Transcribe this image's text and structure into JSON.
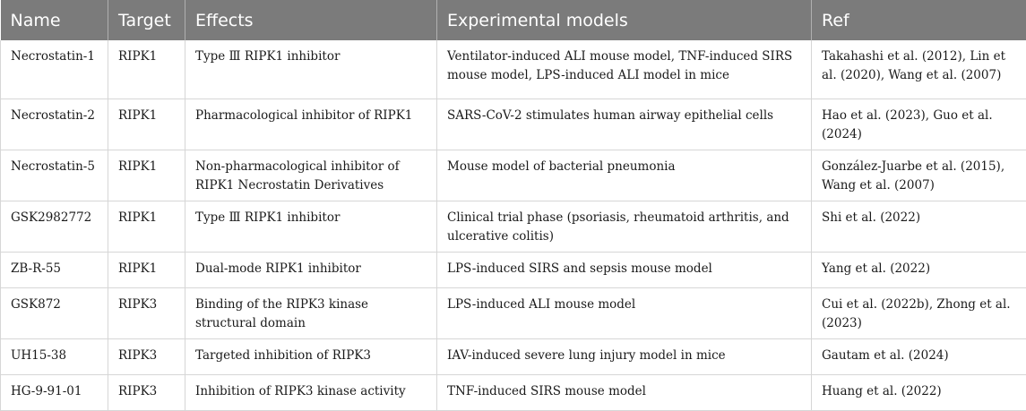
{
  "table": {
    "headers": [
      "Name",
      "Target",
      "Effects",
      "Experimental models",
      "Ref"
    ],
    "rows": [
      {
        "name": "Necrostatin-1",
        "target": "RIPK1",
        "effects": "Type Ⅲ RIPK1 inhibitor",
        "models": "Ventilator-induced ALI mouse model, TNF-induced SIRS mouse model, LPS-induced ALI model in mice",
        "ref": "Takahashi et al. (2012), Lin et al. (2020), Wang et al. (2007)"
      },
      {
        "name": "Necrostatin-2",
        "target": "RIPK1",
        "effects": "Pharmacological inhibitor of RIPK1",
        "models": "SARS-CoV-2 stimulates human airway epithelial cells",
        "ref": "Hao et al. (2023), Guo et al. (2024)"
      },
      {
        "name": "Necrostatin-5",
        "target": "RIPK1",
        "effects": "Non-pharmacological inhibitor of RIPK1 Necrostatin Derivatives",
        "models": "Mouse model of bacterial pneumonia",
        "ref": "González-Juarbe et al. (2015), Wang et al. (2007)"
      },
      {
        "name": "GSK2982772",
        "target": "RIPK1",
        "effects": "Type Ⅲ RIPK1 inhibitor",
        "models": "Clinical trial phase (psoriasis, rheumatoid arthritis, and ulcerative colitis)",
        "ref": "Shi et al. (2022)"
      },
      {
        "name": "ZB-R-55",
        "target": "RIPK1",
        "effects": "Dual-mode RIPK1 inhibitor",
        "models": "LPS-induced SIRS and sepsis mouse model",
        "ref": "Yang et al. (2022)"
      },
      {
        "name": "GSK872",
        "target": "RIPK3",
        "effects": "Binding of the RIPK3 kinase structural domain",
        "models": "LPS-induced ALI mouse model",
        "ref": "Cui et al. (2022b), Zhong et al. (2023)"
      },
      {
        "name": "UH15-38",
        "target": "RIPK3",
        "effects": "Targeted inhibition of RIPK3",
        "models": "IAV-induced severe lung injury model in mice",
        "ref": "Gautam et al. (2024)"
      },
      {
        "name": "HG-9-91-01",
        "target": "RIPK3",
        "effects": "Inhibition of RIPK3 kinase activity",
        "models": "TNF-induced SIRS mouse model",
        "ref": "Huang et al. (2022)"
      }
    ]
  }
}
